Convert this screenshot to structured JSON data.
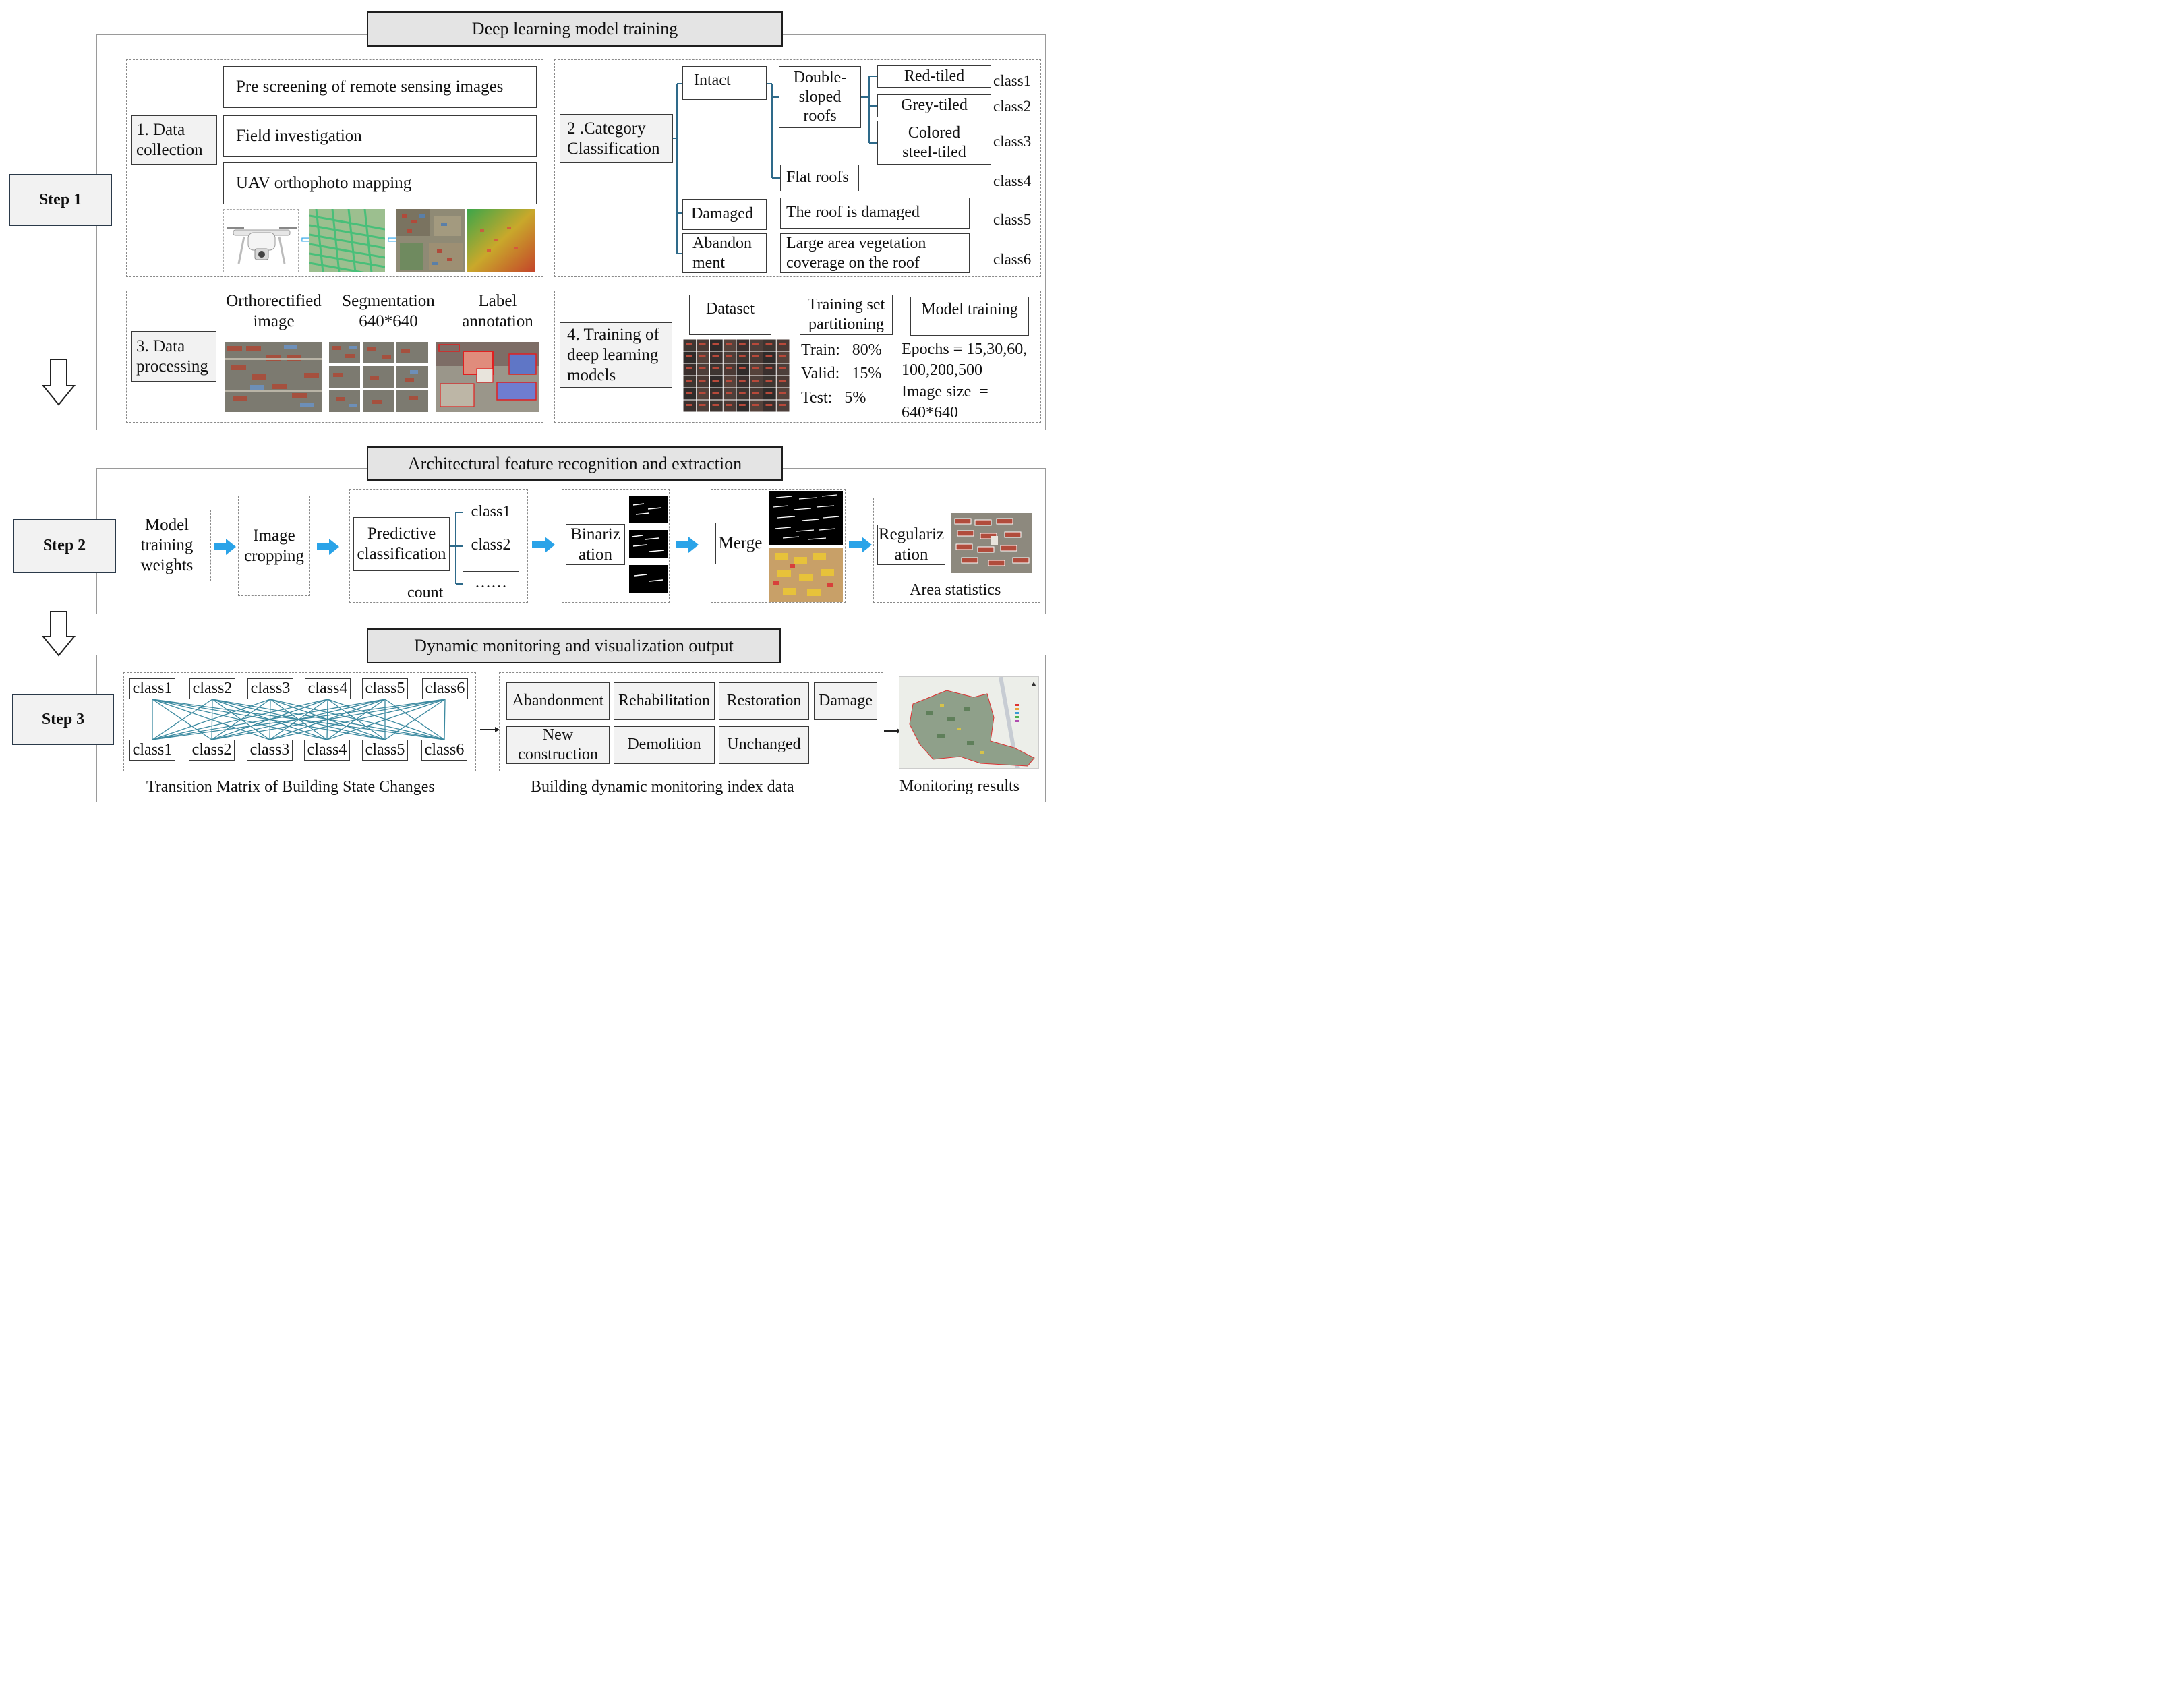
{
  "headers": {
    "deep_learning": "Deep learning model training",
    "architectural": "Architectural feature recognition and extraction",
    "dynamic": "Dynamic monitoring and visualization output"
  },
  "steps": [
    "Step 1",
    "Step 2",
    "Step 3"
  ],
  "data_collection": {
    "label": "1. Data\ncollection",
    "items": [
      "Pre screening of remote sensing images",
      "Field investigation",
      "UAV orthophoto mapping"
    ]
  },
  "category": {
    "label": "2 .Category\nClassification",
    "intact": "Intact",
    "damaged": "Damaged",
    "abandonment": "Abandon\nment",
    "double_sloped": "Double-\nsloped\nroofs",
    "flat_roofs": "Flat roofs",
    "red_tiled": "Red-tiled",
    "grey_tiled": "Grey-tiled",
    "colored": "Colored\nsteel-tiled",
    "roof_damaged": "The roof is damaged",
    "vegetation": "Large area vegetation\ncoverage on the roof",
    "classes": [
      "class1",
      "class2",
      "class3",
      "class4",
      "class5",
      "class6"
    ]
  },
  "data_processing": {
    "label": "3. Data\nprocessing",
    "captions": [
      "Orthorectified\nimage",
      "Segmentation\n640*640",
      "Label\nannotation"
    ]
  },
  "training": {
    "label": "4. Training of\ndeep learning\nmodels",
    "dataset": "Dataset",
    "partition": "Training set\npartitioning",
    "model_training": "Model training",
    "split": [
      "Train:   80%",
      "Valid:   15%",
      "Test:   5%"
    ],
    "params": [
      "Epochs = 15,30,60,",
      "100,200,500",
      "Image size  =",
      "640*640"
    ]
  },
  "step2": {
    "weights": "Model\ntraining\nweights",
    "cropping": "Image\ncropping",
    "predictive": "Predictive\nclassification",
    "classes": [
      "class1",
      "class2",
      "……"
    ],
    "count": "count",
    "binarization": "Binariz\nation",
    "merge": "Merge",
    "regularization": "Regulariz\nation",
    "area_stats": "Area statistics"
  },
  "step3": {
    "top_classes": [
      "class1",
      "class2",
      "class3",
      "class4",
      "class5",
      "class6"
    ],
    "bottom_classes": [
      "class1",
      "class2",
      "class3",
      "class4",
      "class5",
      "class6"
    ],
    "transition_caption": "Transition Matrix of Building State Changes",
    "indices_row1": [
      "Abandonment",
      "Rehabilitation",
      "Restoration",
      "Damage"
    ],
    "indices_row2": [
      "New\nconstruction",
      "Demolition",
      "Unchanged"
    ],
    "index_caption": "Building dynamic monitoring index data",
    "results_caption": "Monitoring results"
  },
  "colors": {
    "blue_arrow": "#2aa3e8",
    "matrix_lines": "#3c8aa0",
    "header_fill": "#e4e4e4",
    "step_border": "#2b3a4a"
  }
}
